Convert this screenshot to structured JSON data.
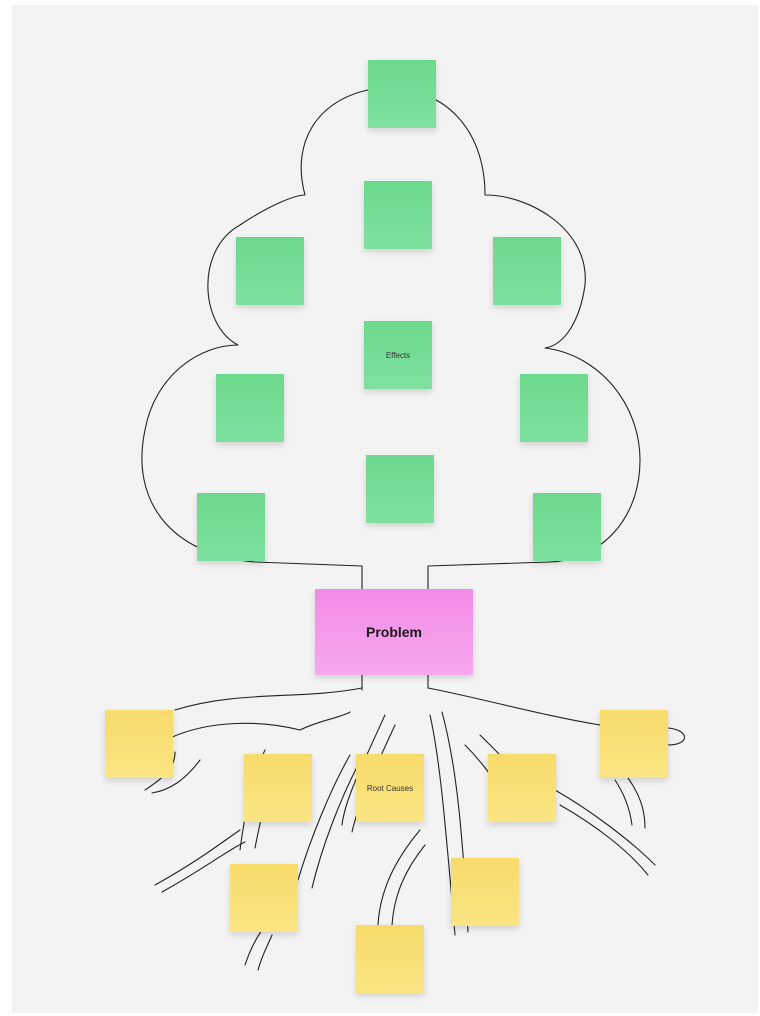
{
  "diagram": {
    "center_label": "Problem",
    "effects_label": "Effects",
    "root_causes_label": "Root Causes"
  },
  "colors": {
    "board_background": "#f3f3f3",
    "effect_sticky": "#6cd98c",
    "root_cause_sticky": "#f7db6b",
    "problem_card": "#f28be6",
    "outline": "#1a1a1a"
  }
}
